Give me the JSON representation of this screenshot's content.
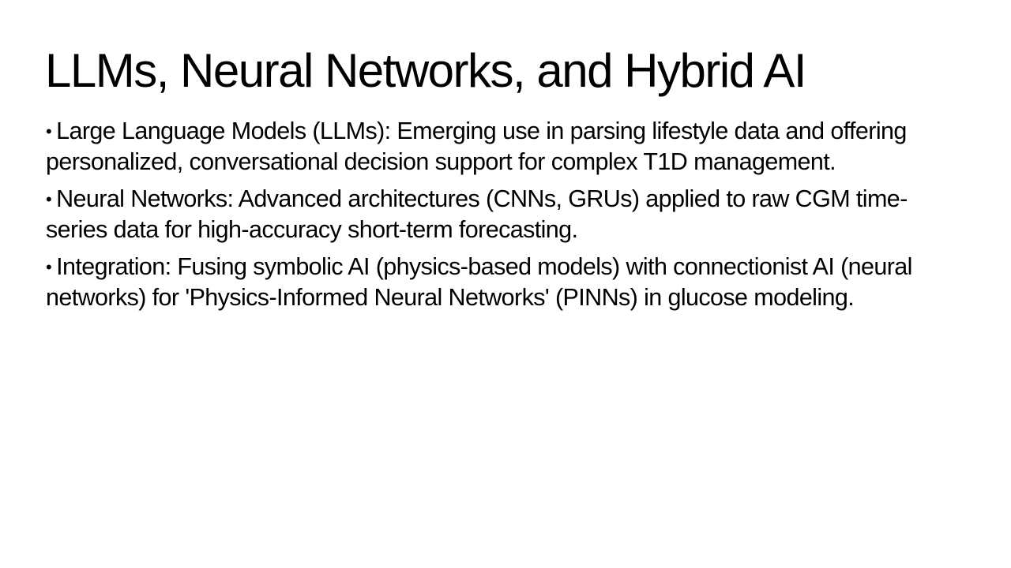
{
  "slide": {
    "title": "LLMs, Neural Networks, and Hybrid AI",
    "bullet_marker": "•",
    "bullets": [
      {
        "text": "Large Language Models (LLMs): Emerging use in parsing lifestyle data and offering personalized, conversational decision support for complex T1D management."
      },
      {
        "text": "Neural Networks: Advanced architectures (CNNs, GRUs) applied to raw CGM time-series data for high-accuracy short-term forecasting."
      },
      {
        "text": "Integration: Fusing symbolic AI (physics-based models) with connectionist AI (neural networks) for 'Physics-Informed Neural Networks' (PINNs) in glucose modeling."
      }
    ],
    "colors": {
      "background": "#ffffff",
      "text": "#000000"
    }
  }
}
